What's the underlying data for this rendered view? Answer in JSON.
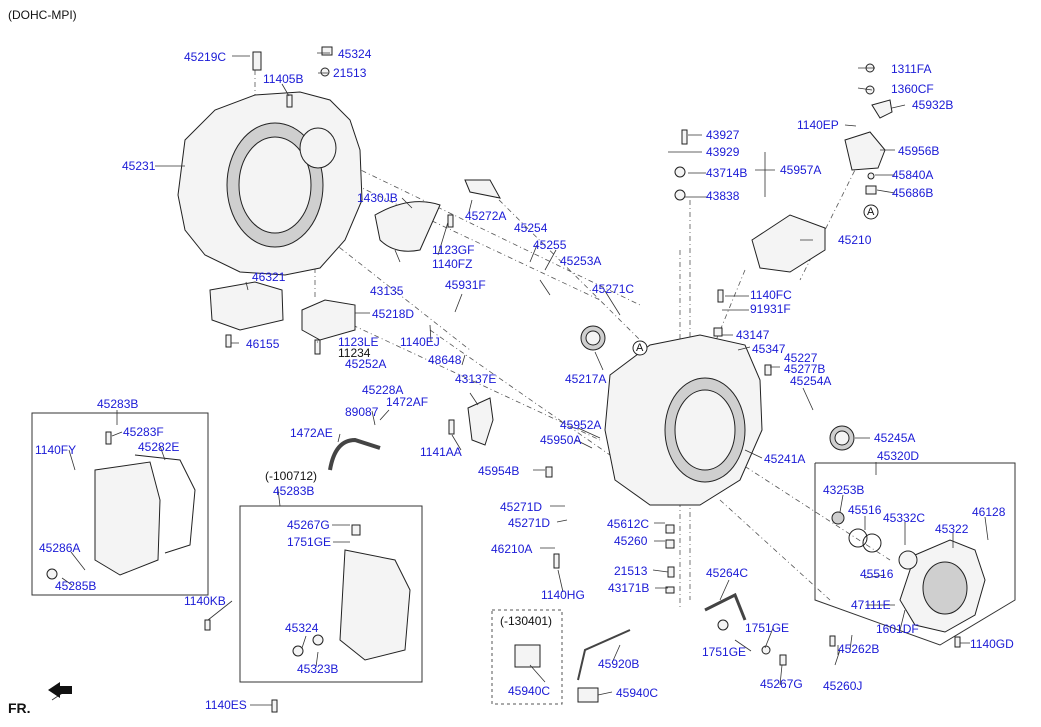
{
  "header": {
    "title": "(DOHC-MPI)"
  },
  "footer": {
    "direction": "FR."
  },
  "colors": {
    "link": "#1a1ad6",
    "text": "#111111",
    "line": "#222222"
  },
  "labels": [
    {
      "id": "45219C",
      "text": "45219C",
      "link": true
    },
    {
      "id": "45324a",
      "text": "45324",
      "link": true
    },
    {
      "id": "11405B",
      "text": "11405B",
      "link": true
    },
    {
      "id": "21513a",
      "text": "21513",
      "link": true
    },
    {
      "id": "45231",
      "text": "45231",
      "link": true
    },
    {
      "id": "1430JB",
      "text": "1430JB",
      "link": true
    },
    {
      "id": "45272A",
      "text": "45272A",
      "link": true
    },
    {
      "id": "1123GF",
      "text": "1123GF",
      "link": true
    },
    {
      "id": "1140FZ",
      "text": "1140FZ",
      "link": true
    },
    {
      "id": "43135",
      "text": "43135",
      "link": true
    },
    {
      "id": "46321",
      "text": "46321",
      "link": true
    },
    {
      "id": "45218D",
      "text": "45218D",
      "link": true
    },
    {
      "id": "46155",
      "text": "46155",
      "link": true
    },
    {
      "id": "1123LE",
      "text": "1123LE",
      "link": true
    },
    {
      "id": "11234",
      "text": "11234",
      "link": false
    },
    {
      "id": "45252A",
      "text": "45252A",
      "link": true
    },
    {
      "id": "45228A",
      "text": "45228A",
      "link": true
    },
    {
      "id": "89087",
      "text": "89087",
      "link": true
    },
    {
      "id": "1472AF",
      "text": "1472AF",
      "link": true
    },
    {
      "id": "1472AE",
      "text": "1472AE",
      "link": true
    },
    {
      "id": "45254",
      "text": "45254",
      "link": true
    },
    {
      "id": "45255",
      "text": "45255",
      "link": true
    },
    {
      "id": "45253A",
      "text": "45253A",
      "link": true
    },
    {
      "id": "45931F",
      "text": "45931F",
      "link": true
    },
    {
      "id": "1140EJ",
      "text": "1140EJ",
      "link": true
    },
    {
      "id": "48648",
      "text": "48648",
      "link": true
    },
    {
      "id": "43137E",
      "text": "43137E",
      "link": true
    },
    {
      "id": "1141AA",
      "text": "1141AA",
      "link": true
    },
    {
      "id": "45271C",
      "text": "45271C",
      "link": true
    },
    {
      "id": "45217A",
      "text": "45217A",
      "link": true
    },
    {
      "id": "A1",
      "text": "A",
      "link": false
    },
    {
      "id": "43927",
      "text": "43927",
      "link": true
    },
    {
      "id": "43929",
      "text": "43929",
      "link": true
    },
    {
      "id": "43714B",
      "text": "43714B",
      "link": true
    },
    {
      "id": "43838",
      "text": "43838",
      "link": true
    },
    {
      "id": "45957A",
      "text": "45957A",
      "link": true
    },
    {
      "id": "45210",
      "text": "45210",
      "link": true
    },
    {
      "id": "1140FC",
      "text": "1140FC",
      "link": true
    },
    {
      "id": "91931F",
      "text": "91931F",
      "link": true
    },
    {
      "id": "43147",
      "text": "43147",
      "link": true
    },
    {
      "id": "45347",
      "text": "45347",
      "link": true
    },
    {
      "id": "45227",
      "text": "45227",
      "link": true
    },
    {
      "id": "45277B",
      "text": "45277B",
      "link": true
    },
    {
      "id": "45254A",
      "text": "45254A",
      "link": true
    },
    {
      "id": "1311FA",
      "text": "1311FA",
      "link": true
    },
    {
      "id": "1360CF",
      "text": "1360CF",
      "link": true
    },
    {
      "id": "45932B",
      "text": "45932B",
      "link": true
    },
    {
      "id": "1140EP",
      "text": "1140EP",
      "link": true
    },
    {
      "id": "45956B",
      "text": "45956B",
      "link": true
    },
    {
      "id": "45840A",
      "text": "45840A",
      "link": true
    },
    {
      "id": "45686B",
      "text": "45686B",
      "link": true
    },
    {
      "id": "A2",
      "text": "A",
      "link": false
    },
    {
      "id": "45245A",
      "text": "45245A",
      "link": true
    },
    {
      "id": "45241A",
      "text": "45241A",
      "link": true
    },
    {
      "id": "45952A",
      "text": "45952A",
      "link": true
    },
    {
      "id": "45950A",
      "text": "45950A",
      "link": true
    },
    {
      "id": "45954B",
      "text": "45954B",
      "link": true
    },
    {
      "id": "45271Da",
      "text": "45271D",
      "link": true
    },
    {
      "id": "45271Db",
      "text": "45271D",
      "link": true
    },
    {
      "id": "45612C",
      "text": "45612C",
      "link": true
    },
    {
      "id": "45260",
      "text": "45260",
      "link": true
    },
    {
      "id": "46210A",
      "text": "46210A",
      "link": true
    },
    {
      "id": "21513b",
      "text": "21513",
      "link": true
    },
    {
      "id": "43171B",
      "text": "43171B",
      "link": true
    },
    {
      "id": "1140HG",
      "text": "1140HG",
      "link": true
    },
    {
      "id": "45264C",
      "text": "45264C",
      "link": true
    },
    {
      "id": "1751GEa",
      "text": "1751GE",
      "link": true
    },
    {
      "id": "1751GEb",
      "text": "1751GE",
      "link": true
    },
    {
      "id": "45267Ga",
      "text": "45267G",
      "link": true
    },
    {
      "id": "130401",
      "text": "(-130401)",
      "link": false
    },
    {
      "id": "45920B",
      "text": "45920B",
      "link": true
    },
    {
      "id": "45940Ca",
      "text": "45940C",
      "link": true
    },
    {
      "id": "45940Cb",
      "text": "45940C",
      "link": true
    },
    {
      "id": "45283Ba",
      "text": "45283B",
      "link": true
    },
    {
      "id": "45283F",
      "text": "45283F",
      "link": true
    },
    {
      "id": "1140FY",
      "text": "1140FY",
      "link": true
    },
    {
      "id": "45282E",
      "text": "45282E",
      "link": true
    },
    {
      "id": "45286A",
      "text": "45286A",
      "link": true
    },
    {
      "id": "45285B",
      "text": "45285B",
      "link": true
    },
    {
      "id": "100712",
      "text": "(-100712)",
      "link": false
    },
    {
      "id": "45283Bb",
      "text": "45283B",
      "link": true
    },
    {
      "id": "45267Gb",
      "text": "45267G",
      "link": true
    },
    {
      "id": "1751GEc",
      "text": "1751GE",
      "link": true
    },
    {
      "id": "1140KB",
      "text": "1140KB",
      "link": true
    },
    {
      "id": "45324b",
      "text": "45324",
      "link": true
    },
    {
      "id": "45323B",
      "text": "45323B",
      "link": true
    },
    {
      "id": "1140ES",
      "text": "1140ES",
      "link": true
    },
    {
      "id": "45320D",
      "text": "45320D",
      "link": true
    },
    {
      "id": "43253B",
      "text": "43253B",
      "link": true
    },
    {
      "id": "45516a",
      "text": "45516",
      "link": true
    },
    {
      "id": "45332C",
      "text": "45332C",
      "link": true
    },
    {
      "id": "45322",
      "text": "45322",
      "link": true
    },
    {
      "id": "46128",
      "text": "46128",
      "link": true
    },
    {
      "id": "45516b",
      "text": "45516",
      "link": true
    },
    {
      "id": "47111E",
      "text": "47111E",
      "link": true
    },
    {
      "id": "1601DF",
      "text": "1601DF",
      "link": true
    },
    {
      "id": "1140GD",
      "text": "1140GD",
      "link": true
    },
    {
      "id": "45262B",
      "text": "45262B",
      "link": true
    },
    {
      "id": "45260J",
      "text": "45260J",
      "link": true
    }
  ]
}
